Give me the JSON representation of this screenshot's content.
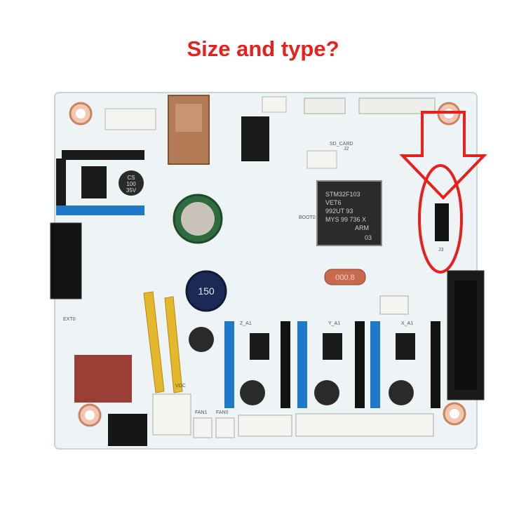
{
  "header": {
    "question": "Size and type?"
  },
  "board": {
    "mcu": {
      "line1": "STM32F103",
      "line2": "VET6",
      "line3": "992UT 93",
      "line4": "MYS 99 736 X",
      "logo": "ARM",
      "code": "03"
    },
    "capacitor_labels": {
      "a": "CS",
      "b": "100",
      "c": "35V"
    },
    "inductor_label": "150",
    "crystal_label": "000.8",
    "silkscreen": {
      "sd_card": "SD_CARD",
      "ext0": "EXT0",
      "z_a1": "Z_A1",
      "y_a1": "Y_A1",
      "x_a1": "X_A1",
      "j3": "J3",
      "j2": "J2",
      "boot0": "BOOT0",
      "fan1": "FAN1",
      "fan0": "FAN0",
      "vdc": "VDC"
    },
    "colors": {
      "board": "#eef3f6",
      "header_blue": "#1f78c8",
      "highlight_red": "#e8201c"
    }
  }
}
